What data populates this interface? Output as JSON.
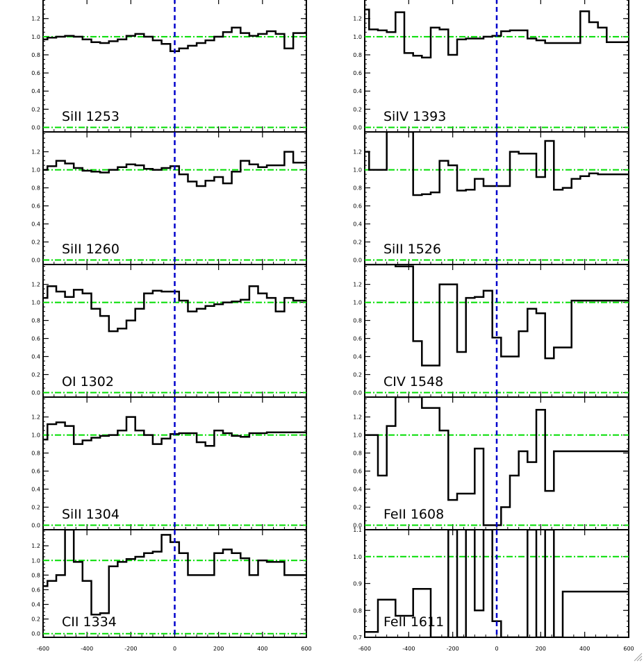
{
  "chart_data": [
    {
      "type": "line",
      "label": "SiII 1253",
      "column": "left",
      "row": 0,
      "xlim": [
        -600,
        600
      ],
      "ylim": [
        -0.05,
        1.42
      ],
      "yticks": [
        0.0,
        0.2,
        0.4,
        0.6,
        0.8,
        1.0,
        1.2
      ],
      "ytick_labels": [
        "0.0",
        "0.2",
        "0.4",
        "0.6",
        "0.8",
        "1.0",
        "1.2"
      ],
      "ref_y": 1.0,
      "ref_x": 0,
      "x": [
        -600,
        -560,
        -520,
        -480,
        -440,
        -400,
        -360,
        -320,
        -280,
        -240,
        -200,
        -160,
        -120,
        -80,
        -40,
        0,
        40,
        80,
        120,
        160,
        200,
        240,
        280,
        320,
        360,
        400,
        440,
        480,
        520,
        560,
        600
      ],
      "y": [
        0.97,
        0.99,
        1.0,
        1.01,
        1.0,
        0.97,
        0.94,
        0.93,
        0.95,
        0.97,
        1.01,
        1.03,
        1.0,
        0.96,
        0.92,
        0.84,
        0.87,
        0.9,
        0.93,
        0.96,
        1.0,
        1.05,
        1.1,
        1.04,
        1.01,
        1.03,
        1.06,
        1.03,
        0.87,
        1.04,
        1.04
      ]
    },
    {
      "type": "line",
      "label": "SiII 1260",
      "column": "left",
      "row": 1,
      "xlim": [
        -600,
        600
      ],
      "ylim": [
        -0.05,
        1.42
      ],
      "yticks": [
        0.0,
        0.2,
        0.4,
        0.6,
        0.8,
        1.0,
        1.2
      ],
      "ytick_labels": [
        "0.0",
        "0.2",
        "0.4",
        "0.6",
        "0.8",
        "1.0",
        "1.2"
      ],
      "ref_y": 1.0,
      "ref_x": 0,
      "x": [
        -600,
        -560,
        -520,
        -480,
        -440,
        -400,
        -360,
        -320,
        -280,
        -240,
        -200,
        -160,
        -120,
        -80,
        -40,
        0,
        40,
        80,
        120,
        160,
        200,
        240,
        280,
        320,
        360,
        400,
        440,
        480,
        520,
        560,
        600
      ],
      "y": [
        1.0,
        1.04,
        1.1,
        1.07,
        1.02,
        0.99,
        0.98,
        0.97,
        1.0,
        1.03,
        1.06,
        1.05,
        1.01,
        1.0,
        1.02,
        1.04,
        0.95,
        0.87,
        0.82,
        0.88,
        0.92,
        0.85,
        0.98,
        1.1,
        1.06,
        1.03,
        1.05,
        1.05,
        1.2,
        1.08,
        1.08
      ]
    },
    {
      "type": "line",
      "label": "OI 1302",
      "column": "left",
      "row": 2,
      "xlim": [
        -600,
        600
      ],
      "ylim": [
        -0.05,
        1.42
      ],
      "yticks": [
        0.0,
        0.2,
        0.4,
        0.6,
        0.8,
        1.0,
        1.2
      ],
      "ytick_labels": [
        "0.0",
        "0.2",
        "0.4",
        "0.6",
        "0.8",
        "1.0",
        "1.2"
      ],
      "ref_y": 1.0,
      "ref_x": 0,
      "x": [
        -600,
        -560,
        -520,
        -480,
        -440,
        -400,
        -360,
        -320,
        -280,
        -240,
        -200,
        -160,
        -120,
        -80,
        -40,
        0,
        40,
        80,
        120,
        160,
        200,
        240,
        280,
        320,
        360,
        400,
        440,
        480,
        520,
        560,
        600
      ],
      "y": [
        1.05,
        1.18,
        1.12,
        1.06,
        1.14,
        1.1,
        0.93,
        0.85,
        0.68,
        0.71,
        0.8,
        0.93,
        1.1,
        1.13,
        1.12,
        1.12,
        1.02,
        0.9,
        0.93,
        0.96,
        0.98,
        1.0,
        1.01,
        1.03,
        1.18,
        1.1,
        1.05,
        0.9,
        1.05,
        1.02,
        1.02
      ]
    },
    {
      "type": "line",
      "label": "SiII 1304",
      "column": "left",
      "row": 3,
      "xlim": [
        -600,
        600
      ],
      "ylim": [
        -0.05,
        1.42
      ],
      "yticks": [
        0.0,
        0.2,
        0.4,
        0.6,
        0.8,
        1.0,
        1.2
      ],
      "ytick_labels": [
        "0.0",
        "0.2",
        "0.4",
        "0.6",
        "0.8",
        "1.0",
        "1.2"
      ],
      "ref_y": 1.0,
      "ref_x": 0,
      "x": [
        -600,
        -560,
        -520,
        -480,
        -440,
        -400,
        -360,
        -320,
        -280,
        -240,
        -200,
        -160,
        -120,
        -80,
        -40,
        0,
        40,
        80,
        120,
        160,
        200,
        240,
        280,
        320,
        360,
        400,
        440,
        480,
        520,
        560,
        600
      ],
      "y": [
        0.95,
        1.12,
        1.14,
        1.1,
        0.9,
        0.94,
        0.97,
        0.99,
        1.0,
        1.05,
        1.2,
        1.05,
        1.0,
        0.9,
        0.96,
        1.01,
        1.02,
        1.02,
        0.92,
        0.88,
        1.05,
        1.02,
        0.99,
        0.98,
        1.02,
        1.02,
        1.03,
        1.03,
        1.03,
        1.03,
        1.03
      ]
    },
    {
      "type": "line",
      "label": "CII 1334",
      "column": "left",
      "row": 4,
      "xlim": [
        -600,
        600
      ],
      "ylim": [
        -0.05,
        1.42
      ],
      "yticks": [
        0.0,
        0.2,
        0.4,
        0.6,
        0.8,
        1.0,
        1.2
      ],
      "ytick_labels": [
        "0.0",
        "0.2",
        "0.4",
        "0.6",
        "0.8",
        "1.0",
        "1.2"
      ],
      "ref_y": 1.0,
      "ref_x": 0,
      "x": [
        -600,
        -560,
        -520,
        -480,
        -440,
        -400,
        -360,
        -320,
        -280,
        -240,
        -200,
        -160,
        -120,
        -80,
        -40,
        0,
        40,
        80,
        120,
        160,
        200,
        240,
        280,
        320,
        360,
        400,
        440,
        480,
        520,
        560,
        600
      ],
      "y": [
        0.65,
        0.72,
        0.8,
        1.45,
        0.98,
        0.72,
        0.26,
        0.28,
        0.92,
        0.98,
        1.02,
        1.05,
        1.1,
        1.12,
        1.35,
        1.25,
        1.1,
        0.8,
        0.8,
        0.8,
        1.1,
        1.15,
        1.1,
        1.03,
        0.8,
        1.0,
        0.98,
        0.98,
        0.8,
        0.8,
        0.8
      ]
    },
    {
      "type": "line",
      "label": "SiIV 1393",
      "column": "right",
      "row": 0,
      "xlim": [
        -600,
        600
      ],
      "ylim": [
        -0.05,
        1.42
      ],
      "yticks": [
        0.0,
        0.2,
        0.4,
        0.6,
        0.8,
        1.0,
        1.2
      ],
      "ytick_labels": [
        "0.0",
        "0.2",
        "0.4",
        "0.6",
        "0.8",
        "1.0",
        "1.2"
      ],
      "ref_y": 1.0,
      "ref_x": 0,
      "x": [
        -600,
        -560,
        -520,
        -480,
        -440,
        -400,
        -360,
        -320,
        -280,
        -240,
        -200,
        -160,
        -120,
        -80,
        -40,
        0,
        40,
        80,
        120,
        160,
        200,
        240,
        280,
        320,
        360,
        400,
        440,
        480,
        520,
        560,
        600
      ],
      "y": [
        1.3,
        1.08,
        1.07,
        1.05,
        1.27,
        0.82,
        0.79,
        0.77,
        1.1,
        1.08,
        0.8,
        0.97,
        0.98,
        0.98,
        1.0,
        1.01,
        1.06,
        1.07,
        1.07,
        0.98,
        0.96,
        0.93,
        0.93,
        0.93,
        0.93,
        1.28,
        1.16,
        1.1,
        0.94,
        0.94,
        0.94
      ]
    },
    {
      "type": "line",
      "label": "SiII 1526",
      "column": "right",
      "row": 1,
      "xlim": [
        -600,
        600
      ],
      "ylim": [
        -0.05,
        1.42
      ],
      "yticks": [
        0.0,
        0.2,
        0.4,
        0.6,
        0.8,
        1.0,
        1.2
      ],
      "ytick_labels": [
        "0.0",
        "0.2",
        "0.4",
        "0.6",
        "0.8",
        "1.0",
        "1.2"
      ],
      "ref_y": 1.0,
      "ref_x": 0,
      "x": [
        -600,
        -560,
        -520,
        -480,
        -440,
        -400,
        -360,
        -320,
        -280,
        -240,
        -200,
        -160,
        -120,
        -80,
        -40,
        0,
        40,
        80,
        120,
        160,
        200,
        240,
        280,
        320,
        360,
        400,
        440,
        480,
        520,
        560,
        600
      ],
      "y": [
        1.2,
        1.0,
        1.0,
        1.45,
        1.45,
        1.45,
        0.72,
        0.73,
        0.75,
        1.1,
        1.05,
        0.77,
        0.78,
        0.9,
        0.82,
        0.82,
        0.82,
        1.2,
        1.18,
        1.18,
        0.92,
        1.32,
        0.78,
        0.8,
        0.9,
        0.93,
        0.96,
        0.95,
        0.95,
        0.95,
        0.95
      ]
    },
    {
      "type": "line",
      "label": "CIV 1548",
      "column": "right",
      "row": 2,
      "xlim": [
        -600,
        600
      ],
      "ylim": [
        -0.05,
        1.42
      ],
      "yticks": [
        0.0,
        0.2,
        0.4,
        0.6,
        0.8,
        1.0,
        1.2
      ],
      "ytick_labels": [
        "0.0",
        "0.2",
        "0.4",
        "0.6",
        "0.8",
        "1.0",
        "1.2"
      ],
      "ref_y": 1.0,
      "ref_x": 0,
      "x": [
        -600,
        -560,
        -520,
        -480,
        -440,
        -400,
        -360,
        -320,
        -280,
        -240,
        -200,
        -160,
        -120,
        -80,
        -40,
        0,
        40,
        80,
        120,
        160,
        200,
        240,
        280,
        320,
        360,
        400,
        440,
        480,
        520,
        560,
        600
      ],
      "y": [
        1.42,
        1.42,
        1.42,
        1.42,
        1.4,
        1.4,
        0.57,
        0.3,
        0.3,
        1.2,
        1.2,
        0.45,
        1.05,
        1.06,
        1.13,
        0.61,
        0.4,
        0.4,
        0.68,
        0.93,
        0.88,
        0.38,
        0.5,
        0.5,
        1.02,
        1.02,
        1.02,
        1.02,
        1.02,
        1.02,
        1.02
      ]
    },
    {
      "type": "line",
      "label": "FeII 1608",
      "column": "right",
      "row": 3,
      "xlim": [
        -600,
        600
      ],
      "ylim": [
        -0.05,
        1.42
      ],
      "yticks": [
        0.0,
        0.2,
        0.4,
        0.6,
        0.8,
        1.0,
        1.2
      ],
      "ytick_labels": [
        "0.0",
        "0.2",
        "0.4",
        "0.6",
        "0.8",
        "1.0",
        "1.2"
      ],
      "ref_y": 1.0,
      "ref_x": 0,
      "x": [
        -600,
        -560,
        -520,
        -480,
        -440,
        -400,
        -360,
        -320,
        -280,
        -240,
        -200,
        -160,
        -120,
        -80,
        -40,
        0,
        40,
        80,
        120,
        160,
        200,
        240,
        280,
        320,
        360,
        400,
        440,
        480,
        520,
        560,
        600
      ],
      "y": [
        1.0,
        1.0,
        0.55,
        1.1,
        1.42,
        1.42,
        1.42,
        1.3,
        1.3,
        1.05,
        0.28,
        0.35,
        0.35,
        0.85,
        0.0,
        0.0,
        0.2,
        0.55,
        0.82,
        0.7,
        1.28,
        0.38,
        0.82,
        0.82,
        0.82,
        0.82,
        0.82,
        0.82,
        0.82,
        0.82,
        0.82
      ]
    },
    {
      "type": "line",
      "label": "FeII 1611",
      "column": "right",
      "row": 4,
      "xlim": [
        -600,
        600
      ],
      "ylim": [
        0.7,
        1.1
      ],
      "yticks": [
        0.7,
        0.8,
        0.9,
        1.0,
        1.1
      ],
      "ytick_labels": [
        "0.7",
        "0.8",
        "0.9",
        "1.0",
        "1.1"
      ],
      "ref_y": 1.0,
      "ref_x": 0,
      "x": [
        -600,
        -560,
        -520,
        -480,
        -440,
        -400,
        -360,
        -320,
        -280,
        -240,
        -200,
        -160,
        -120,
        -80,
        -40,
        0,
        40,
        80,
        120,
        160,
        200,
        240,
        280,
        320,
        360,
        400,
        440,
        480,
        520,
        560,
        600
      ],
      "y": [
        0.72,
        0.72,
        0.84,
        0.84,
        0.78,
        0.78,
        0.88,
        0.88,
        0.7,
        0.7,
        1.1,
        0.7,
        1.1,
        0.8,
        1.1,
        0.76,
        0.7,
        0.7,
        0.7,
        1.1,
        0.7,
        1.1,
        0.7,
        0.87,
        0.87,
        0.87,
        0.87,
        0.87,
        0.87,
        0.87,
        0.87
      ]
    }
  ],
  "x_axis": {
    "xlim": [
      -600,
      600
    ],
    "ticks": [
      -600,
      -400,
      -200,
      0,
      200,
      400,
      600
    ],
    "tick_labels": [
      "-600",
      "-400",
      "-200",
      "0",
      "200",
      "400",
      "600"
    ]
  },
  "style": {
    "spectrum_color": "#000000",
    "continuum_color": "#00dd00",
    "zero_velocity_color": "#0000cc"
  }
}
